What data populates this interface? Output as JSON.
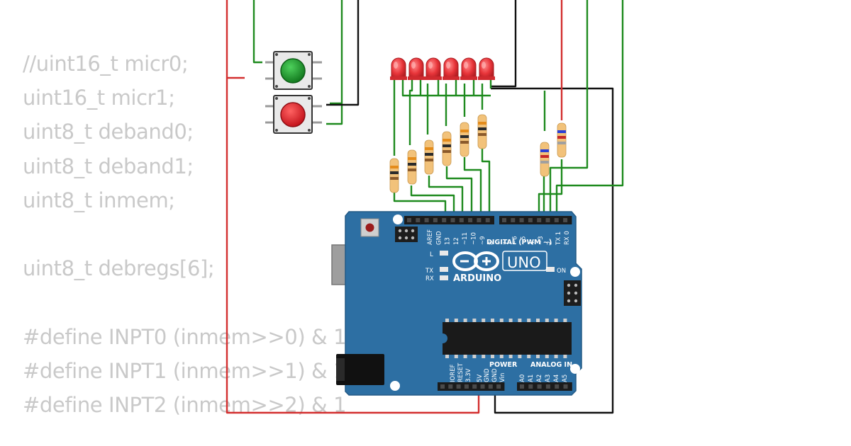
{
  "code_lines": [
    "//uint16_t micr0;",
    "uint16_t micr1;",
    "uint8_t deband0;",
    "uint8_t deband1;",
    "uint8_t inmem;",
    "",
    "uint8_t debregs[6];",
    "",
    "#define INPT0 (inmem>>0) & 1",
    "#define INPT1 (inmem>>1) & 1",
    "#define INPT2 (inmem>>2) & 1"
  ],
  "board": {
    "model": "UNO",
    "brand": "ARDUINO",
    "on_label": "ON",
    "led_l": "L",
    "led_tx": "TX",
    "led_rx": "RX",
    "digital_header": "DIGITAL (PWM ~)",
    "digital_pins": [
      "AREF",
      "GND",
      "13",
      "12",
      "~11",
      "~10",
      "~9",
      "8",
      "7",
      "~6",
      "~5",
      "4",
      "~3",
      "2",
      "TX 1",
      "RX 0"
    ],
    "power_header": "POWER",
    "power_pins": [
      "IOREF",
      "RESET",
      "3.3V",
      "5V",
      "GND",
      "GND",
      "Vin"
    ],
    "analog_header": "ANALOG IN",
    "analog_pins": [
      "A0",
      "A1",
      "A2",
      "A3",
      "A4",
      "A5"
    ]
  },
  "components": {
    "leds": [
      {
        "color": "#e8353a"
      },
      {
        "color": "#e8353a"
      },
      {
        "color": "#e8353a"
      },
      {
        "color": "#e8353a"
      },
      {
        "color": "#e8353a"
      },
      {
        "color": "#e8353a"
      }
    ],
    "buttons": [
      {
        "cap_color": "#1f9d2e"
      },
      {
        "cap_color": "#e8212a"
      }
    ],
    "resistor_bands_led": [
      "#e48c1c",
      "#2b2b2b",
      "#8b5a2b"
    ],
    "resistor_bands_button": [
      "#2b3fd6",
      "#c62828",
      "#a0a0a0"
    ]
  },
  "colors": {
    "wire_green": "#1e8a1e",
    "wire_red": "#d32f2f",
    "wire_black": "#111111",
    "board_blue": "#2d6fa3",
    "code_text": "#c9c9c9"
  }
}
